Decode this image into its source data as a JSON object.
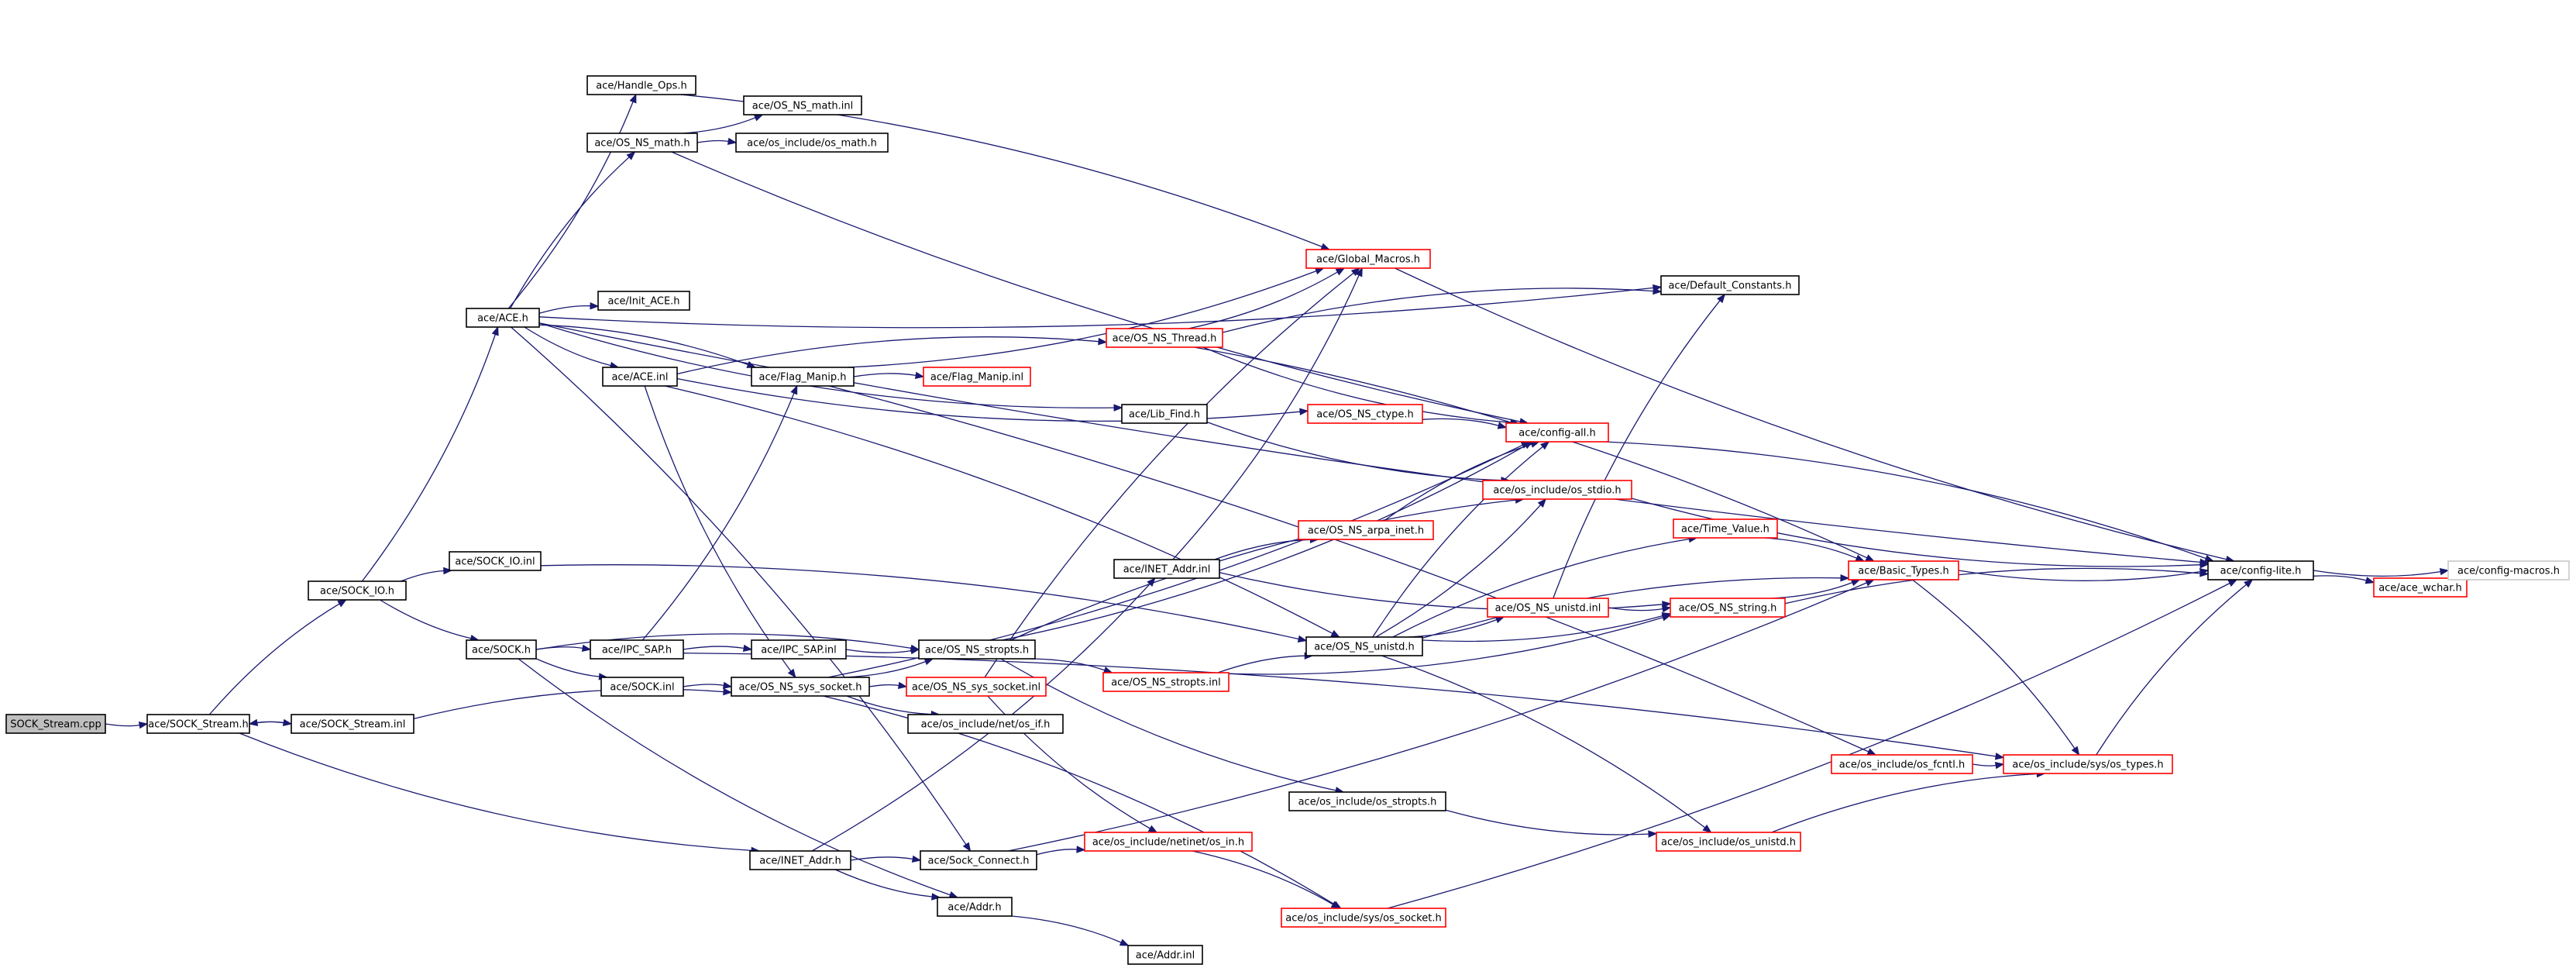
{
  "graph": {
    "colors": {
      "edge": "#191970",
      "normal_border": "#000000",
      "truncated_border": "#ff0000",
      "root_fill": "#bfbfbf",
      "plain_fill": "#ffffff",
      "text": "#000000"
    },
    "nodes": [
      {
        "id": "sock_stream_cpp",
        "label": "SOCK_Stream.cpp",
        "style": "root"
      },
      {
        "id": "sock_stream_h",
        "label": "ace/SOCK_Stream.h",
        "style": "normal"
      },
      {
        "id": "sock_stream_inl",
        "label": "ace/SOCK_Stream.inl",
        "style": "normal"
      },
      {
        "id": "sock_io_h",
        "label": "ace/SOCK_IO.h",
        "style": "normal"
      },
      {
        "id": "sock_io_inl",
        "label": "ace/SOCK_IO.inl",
        "style": "normal"
      },
      {
        "id": "ace_h",
        "label": "ace/ACE.h",
        "style": "normal"
      },
      {
        "id": "sock_h",
        "label": "ace/SOCK.h",
        "style": "normal"
      },
      {
        "id": "handle_ops_h",
        "label": "ace/Handle_Ops.h",
        "style": "normal"
      },
      {
        "id": "os_ns_math_h",
        "label": "ace/OS_NS_math.h",
        "style": "normal"
      },
      {
        "id": "os_ns_math_inl",
        "label": "ace/OS_NS_math.inl",
        "style": "normal"
      },
      {
        "id": "os_math_h",
        "label": "ace/os_include/os_math.h",
        "style": "normal"
      },
      {
        "id": "init_ace_h",
        "label": "ace/Init_ACE.h",
        "style": "normal"
      },
      {
        "id": "ace_inl",
        "label": "ace/ACE.inl",
        "style": "normal"
      },
      {
        "id": "flag_manip_h",
        "label": "ace/Flag_Manip.h",
        "style": "normal"
      },
      {
        "id": "flag_manip_inl",
        "label": "ace/Flag_Manip.inl",
        "style": "truncated"
      },
      {
        "id": "global_macros_h",
        "label": "ace/Global_Macros.h",
        "style": "truncated"
      },
      {
        "id": "os_ns_thread_h",
        "label": "ace/OS_NS_Thread.h",
        "style": "truncated"
      },
      {
        "id": "default_constants_h",
        "label": "ace/Default_Constants.h",
        "style": "normal"
      },
      {
        "id": "lib_find_h",
        "label": "ace/Lib_Find.h",
        "style": "normal"
      },
      {
        "id": "os_ns_ctype_h",
        "label": "ace/OS_NS_ctype.h",
        "style": "truncated"
      },
      {
        "id": "config_all_h",
        "label": "ace/config-all.h",
        "style": "truncated"
      },
      {
        "id": "os_stdio_h",
        "label": "ace/os_include/os_stdio.h",
        "style": "truncated"
      },
      {
        "id": "os_ns_arpa_inet_h",
        "label": "ace/OS_NS_arpa_inet.h",
        "style": "truncated"
      },
      {
        "id": "inet_addr_inl",
        "label": "ace/INET_Addr.inl",
        "style": "normal"
      },
      {
        "id": "time_value_h",
        "label": "ace/Time_Value.h",
        "style": "truncated"
      },
      {
        "id": "basic_types_h",
        "label": "ace/Basic_Types.h",
        "style": "truncated"
      },
      {
        "id": "config_lite_h",
        "label": "ace/config-lite.h",
        "style": "normal"
      },
      {
        "id": "ace_wchar_h",
        "label": "ace/ace_wchar.h",
        "style": "truncated"
      },
      {
        "id": "config_macros_h",
        "label": "ace/config-macros.h",
        "style": "plain"
      },
      {
        "id": "ipc_sap_h",
        "label": "ace/IPC_SAP.h",
        "style": "normal"
      },
      {
        "id": "ipc_sap_inl",
        "label": "ace/IPC_SAP.inl",
        "style": "normal"
      },
      {
        "id": "sock_inl",
        "label": "ace/SOCK.inl",
        "style": "normal"
      },
      {
        "id": "os_ns_stropts_h",
        "label": "ace/OS_NS_stropts.h",
        "style": "normal"
      },
      {
        "id": "os_ns_sys_socket_h",
        "label": "ace/OS_NS_sys_socket.h",
        "style": "normal"
      },
      {
        "id": "os_ns_sys_socket_inl",
        "label": "ace/OS_NS_sys_socket.inl",
        "style": "truncated"
      },
      {
        "id": "os_ns_stropts_inl",
        "label": "ace/OS_NS_stropts.inl",
        "style": "truncated"
      },
      {
        "id": "os_ns_unistd_h",
        "label": "ace/OS_NS_unistd.h",
        "style": "normal"
      },
      {
        "id": "os_ns_unistd_inl",
        "label": "ace/OS_NS_unistd.inl",
        "style": "truncated"
      },
      {
        "id": "os_ns_string_h",
        "label": "ace/OS_NS_string.h",
        "style": "truncated"
      },
      {
        "id": "os_net_if_h",
        "label": "ace/os_include/net/os_if.h",
        "style": "normal"
      },
      {
        "id": "os_fcntl_h",
        "label": "ace/os_include/os_fcntl.h",
        "style": "truncated"
      },
      {
        "id": "os_types_h",
        "label": "ace/os_include/sys/os_types.h",
        "style": "truncated"
      },
      {
        "id": "os_stropts_h",
        "label": "ace/os_include/os_stropts.h",
        "style": "normal"
      },
      {
        "id": "os_unistd_h",
        "label": "ace/os_include/os_unistd.h",
        "style": "truncated"
      },
      {
        "id": "inet_addr_h",
        "label": "ace/INET_Addr.h",
        "style": "normal"
      },
      {
        "id": "sock_connect_h",
        "label": "ace/Sock_Connect.h",
        "style": "normal"
      },
      {
        "id": "os_netinet_in_h",
        "label": "ace/os_include/netinet/os_in.h",
        "style": "truncated"
      },
      {
        "id": "addr_h",
        "label": "ace/Addr.h",
        "style": "normal"
      },
      {
        "id": "os_sys_socket_h",
        "label": "ace/os_include/sys/os_socket.h",
        "style": "truncated"
      },
      {
        "id": "addr_inl",
        "label": "ace/Addr.inl",
        "style": "normal"
      }
    ],
    "edges": [
      [
        "sock_stream_cpp",
        "sock_stream_h"
      ],
      [
        "sock_stream_h",
        "sock_io_h"
      ],
      [
        "sock_stream_h",
        "inet_addr_h"
      ],
      [
        "sock_stream_h",
        "sock_stream_inl"
      ],
      [
        "sock_stream_inl",
        "sock_stream_h"
      ],
      [
        "sock_stream_inl",
        "os_ns_sys_socket_h"
      ],
      [
        "sock_io_h",
        "ace_h"
      ],
      [
        "sock_io_h",
        "sock_io_inl"
      ],
      [
        "sock_io_h",
        "sock_h"
      ],
      [
        "sock_io_inl",
        "os_ns_unistd_h"
      ],
      [
        "ace_h",
        "handle_ops_h"
      ],
      [
        "ace_h",
        "os_ns_math_h"
      ],
      [
        "ace_h",
        "default_constants_h"
      ],
      [
        "ace_h",
        "init_ace_h"
      ],
      [
        "ace_h",
        "ace_inl"
      ],
      [
        "ace_h",
        "flag_manip_h"
      ],
      [
        "ace_h",
        "lib_find_h"
      ],
      [
        "ace_h",
        "sock_connect_h"
      ],
      [
        "ace_h",
        "config_lite_h"
      ],
      [
        "handle_ops_h",
        "global_macros_h"
      ],
      [
        "os_ns_math_h",
        "os_ns_math_inl"
      ],
      [
        "os_ns_math_h",
        "os_math_h"
      ],
      [
        "os_ns_math_h",
        "config_all_h"
      ],
      [
        "ace_inl",
        "os_ns_thread_h"
      ],
      [
        "ace_inl",
        "os_ns_ctype_h"
      ],
      [
        "ace_inl",
        "os_ns_unistd_h"
      ],
      [
        "ace_inl",
        "os_ns_sys_socket_h"
      ],
      [
        "flag_manip_h",
        "flag_manip_inl"
      ],
      [
        "flag_manip_h",
        "global_macros_h"
      ],
      [
        "flag_manip_h",
        "os_fcntl_h"
      ],
      [
        "os_ns_thread_h",
        "global_macros_h"
      ],
      [
        "os_ns_thread_h",
        "default_constants_h"
      ],
      [
        "os_ns_thread_h",
        "config_all_h"
      ],
      [
        "os_ns_thread_h",
        "basic_types_h"
      ],
      [
        "global_macros_h",
        "config_lite_h"
      ],
      [
        "os_ns_ctype_h",
        "config_all_h"
      ],
      [
        "lib_find_h",
        "os_stdio_h"
      ],
      [
        "config_all_h",
        "config_lite_h"
      ],
      [
        "os_stdio_h",
        "config_lite_h"
      ],
      [
        "os_ns_arpa_inet_h",
        "config_all_h"
      ],
      [
        "inet_addr_inl",
        "global_macros_h"
      ],
      [
        "inet_addr_inl",
        "os_ns_arpa_inet_h"
      ],
      [
        "inet_addr_inl",
        "os_ns_string_h"
      ],
      [
        "time_value_h",
        "basic_types_h"
      ],
      [
        "basic_types_h",
        "config_lite_h"
      ],
      [
        "basic_types_h",
        "os_types_h"
      ],
      [
        "config_lite_h",
        "config_macros_h"
      ],
      [
        "config_lite_h",
        "ace_wchar_h"
      ],
      [
        "ace_wchar_h",
        "config_macros_h"
      ],
      [
        "sock_h",
        "ipc_sap_h"
      ],
      [
        "sock_h",
        "sock_inl"
      ],
      [
        "sock_h",
        "os_ns_stropts_h"
      ],
      [
        "sock_h",
        "addr_h"
      ],
      [
        "ipc_sap_h",
        "ipc_sap_inl"
      ],
      [
        "ipc_sap_h",
        "flag_manip_h"
      ],
      [
        "ipc_sap_h",
        "os_types_h"
      ],
      [
        "ipc_sap_inl",
        "os_ns_stropts_h"
      ],
      [
        "sock_inl",
        "os_ns_sys_socket_h"
      ],
      [
        "os_ns_stropts_h",
        "config_all_h"
      ],
      [
        "os_ns_stropts_h",
        "os_ns_stropts_inl"
      ],
      [
        "os_ns_stropts_h",
        "os_stropts_h"
      ],
      [
        "os_ns_stropts_h",
        "os_stdio_h"
      ],
      [
        "os_ns_sys_socket_h",
        "os_ns_stropts_h"
      ],
      [
        "os_ns_sys_socket_h",
        "os_ns_sys_socket_inl"
      ],
      [
        "os_ns_sys_socket_h",
        "os_net_if_h"
      ],
      [
        "os_ns_sys_socket_h",
        "os_sys_socket_h"
      ],
      [
        "os_ns_sys_socket_h",
        "config_all_h"
      ],
      [
        "os_ns_sys_socket_inl",
        "global_macros_h"
      ],
      [
        "os_ns_sys_socket_inl",
        "os_netinet_in_h"
      ],
      [
        "os_ns_stropts_inl",
        "os_ns_unistd_h"
      ],
      [
        "os_ns_stropts_inl",
        "os_ns_string_h"
      ],
      [
        "os_ns_unistd_h",
        "config_all_h"
      ],
      [
        "os_ns_unistd_h",
        "os_stdio_h"
      ],
      [
        "os_ns_unistd_h",
        "time_value_h"
      ],
      [
        "os_ns_unistd_h",
        "os_ns_unistd_inl"
      ],
      [
        "os_ns_unistd_h",
        "basic_types_h"
      ],
      [
        "os_ns_unistd_h",
        "os_ns_string_h"
      ],
      [
        "os_ns_unistd_h",
        "os_unistd_h"
      ],
      [
        "os_ns_unistd_inl",
        "os_ns_string_h"
      ],
      [
        "os_ns_unistd_inl",
        "default_constants_h"
      ],
      [
        "os_ns_string_h",
        "basic_types_h"
      ],
      [
        "os_ns_string_h",
        "config_lite_h"
      ],
      [
        "os_fcntl_h",
        "os_types_h"
      ],
      [
        "os_types_h",
        "config_lite_h"
      ],
      [
        "os_stropts_h",
        "os_unistd_h"
      ],
      [
        "os_unistd_h",
        "os_types_h"
      ],
      [
        "inet_addr_h",
        "inet_addr_inl"
      ],
      [
        "inet_addr_h",
        "sock_connect_h"
      ],
      [
        "inet_addr_h",
        "addr_h"
      ],
      [
        "sock_connect_h",
        "os_netinet_in_h"
      ],
      [
        "sock_connect_h",
        "basic_types_h"
      ],
      [
        "os_netinet_in_h",
        "os_sys_socket_h"
      ],
      [
        "os_sys_socket_h",
        "config_lite_h"
      ],
      [
        "addr_h",
        "addr_inl"
      ]
    ]
  }
}
